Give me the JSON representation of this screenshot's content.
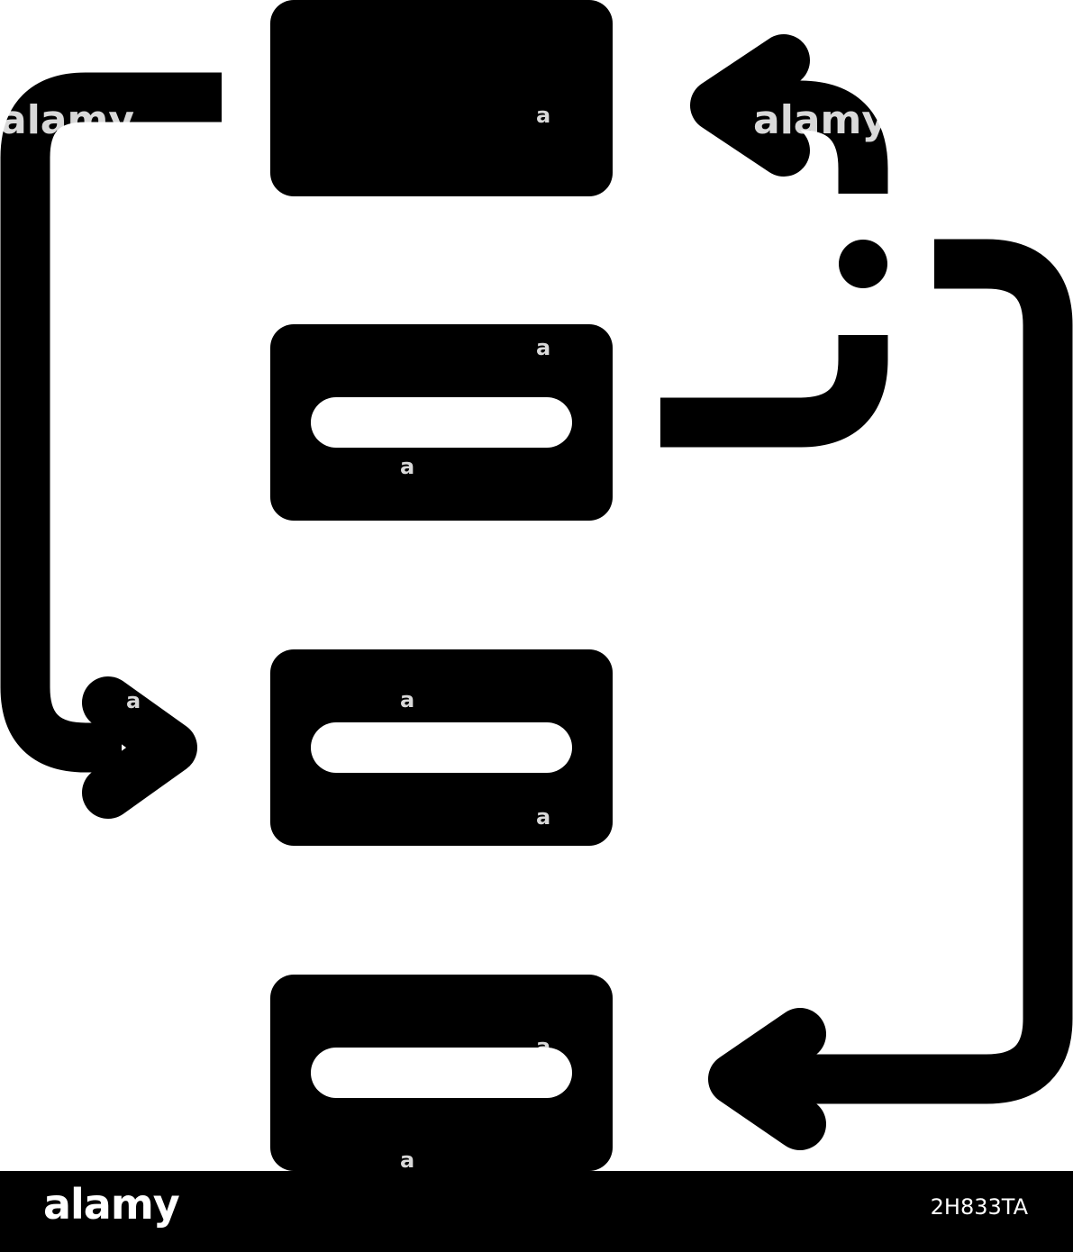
{
  "colors": {
    "ink": "#000000",
    "background": "#ffffff",
    "footer_text": "#ffffff"
  },
  "diagram": {
    "icon": "workflow-process-glyph-icon",
    "blocks": [
      {
        "id": "block-1",
        "has_slot": false
      },
      {
        "id": "block-2",
        "has_slot": true
      },
      {
        "id": "block-3",
        "has_slot": true
      },
      {
        "id": "block-4",
        "has_slot": true
      }
    ],
    "connectors": [
      {
        "from": "block-1",
        "to": "block-3",
        "side": "left",
        "arrow": "right"
      },
      {
        "from": "block-2",
        "to": "block-1",
        "side": "right",
        "arrow": "left",
        "via": "decision-dot"
      },
      {
        "from": "decision-dot",
        "to": "block-4",
        "side": "right",
        "arrow": "left"
      }
    ]
  },
  "watermark": {
    "text": "alamy",
    "glyph": "a"
  },
  "footer": {
    "logo": "alamy",
    "image_id": "2H833TA"
  }
}
